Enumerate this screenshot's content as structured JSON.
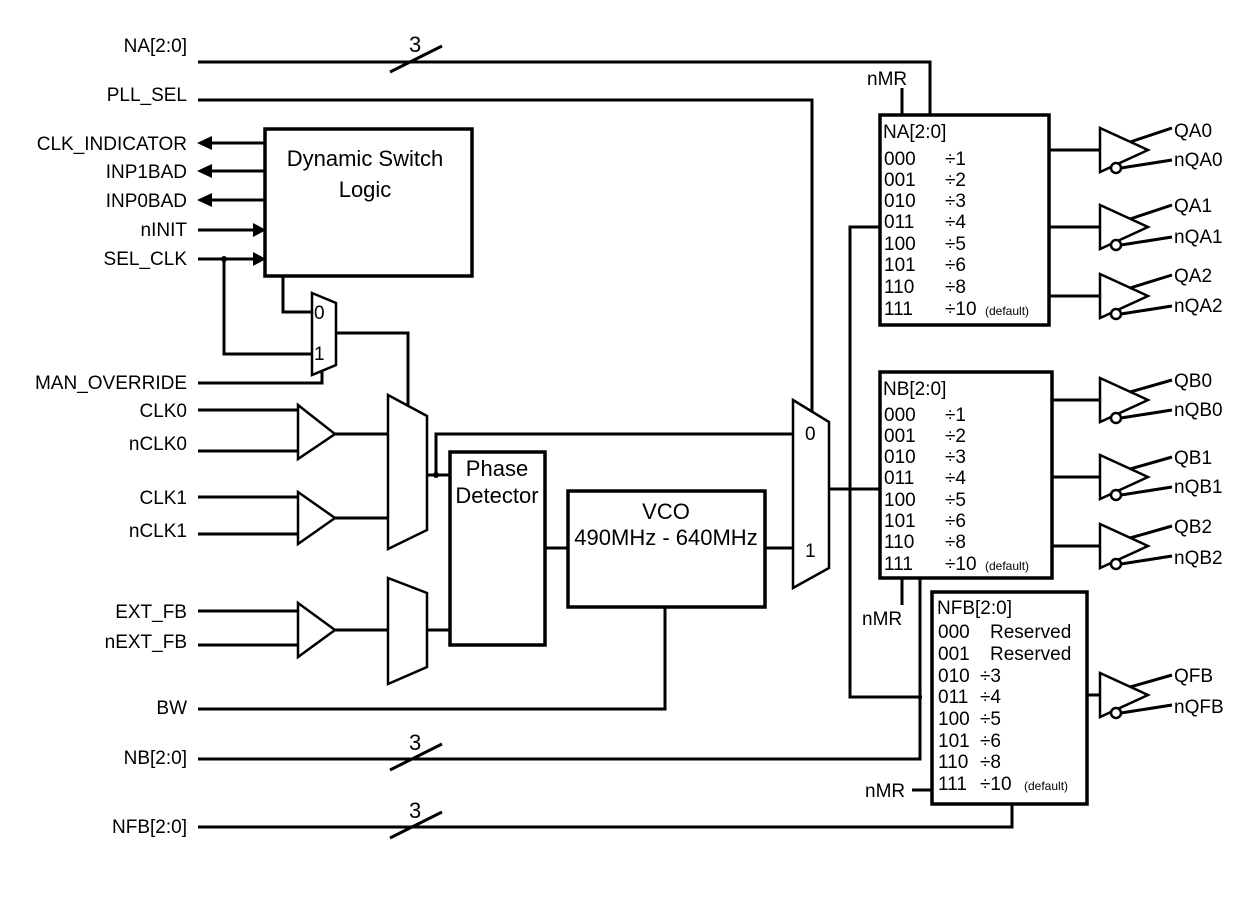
{
  "inputs": {
    "na": "NA[2:0]",
    "pll_sel": "PLL_SEL",
    "clk_indicator": "CLK_INDICATOR",
    "inp1bad": "INP1BAD",
    "inp0bad": "INP0BAD",
    "ninit": "nINIT",
    "sel_clk": "SEL_CLK",
    "man_override": "MAN_OVERRIDE",
    "clk0": "CLK0",
    "nclk0": "nCLK0",
    "clk1": "CLK1",
    "nclk1": "nCLK1",
    "ext_fb": "EXT_FB",
    "next_fb": "nEXT_FB",
    "bw": "BW",
    "nb": "NB[2:0]",
    "nfb": "NFB[2:0]"
  },
  "bus_width": "3",
  "blocks": {
    "dynamic_switch": [
      "Dynamic Switch",
      "Logic"
    ],
    "phase_detector": [
      "Phase",
      "Detector"
    ],
    "vco": [
      "VCO",
      "490MHz - 640MHz"
    ]
  },
  "mux_labels": {
    "zero": "0",
    "one": "1"
  },
  "nmr": "nMR",
  "dividers": {
    "na": {
      "title": "NA[2:0]",
      "rows": [
        [
          "000",
          "÷1",
          ""
        ],
        [
          "001",
          "÷2",
          ""
        ],
        [
          "010",
          "÷3",
          ""
        ],
        [
          "011",
          "÷4",
          ""
        ],
        [
          "100",
          "÷5",
          ""
        ],
        [
          "101",
          "÷6",
          ""
        ],
        [
          "110",
          "÷8",
          ""
        ],
        [
          "111",
          "÷10",
          "(default)"
        ]
      ]
    },
    "nb": {
      "title": "NB[2:0]",
      "rows": [
        [
          "000",
          "÷1",
          ""
        ],
        [
          "001",
          "÷2",
          ""
        ],
        [
          "010",
          "÷3",
          ""
        ],
        [
          "011",
          "÷4",
          ""
        ],
        [
          "100",
          "÷5",
          ""
        ],
        [
          "101",
          "÷6",
          ""
        ],
        [
          "110",
          "÷8",
          ""
        ],
        [
          "111",
          "÷10",
          "(default)"
        ]
      ]
    },
    "nfb": {
      "title": "NFB[2:0]",
      "rows": [
        [
          "000",
          "Reserved",
          ""
        ],
        [
          "001",
          "Reserved",
          ""
        ],
        [
          "010",
          "÷3",
          ""
        ],
        [
          "011",
          "÷4",
          ""
        ],
        [
          "100",
          "÷5",
          ""
        ],
        [
          "101",
          "÷6",
          ""
        ],
        [
          "110",
          "÷8",
          ""
        ],
        [
          "111",
          "÷10",
          "(default)"
        ]
      ]
    }
  },
  "outputs": {
    "qa0": "QA0",
    "nqa0": "nQA0",
    "qa1": "QA1",
    "nqa1": "nQA1",
    "qa2": "QA2",
    "nqa2": "nQA2",
    "qb0": "QB0",
    "nqb0": "nQB0",
    "qb1": "QB1",
    "nqb1": "nQB1",
    "qb2": "QB2",
    "nqb2": "nQB2",
    "qfb": "QFB",
    "nqfb": "nQFB"
  }
}
